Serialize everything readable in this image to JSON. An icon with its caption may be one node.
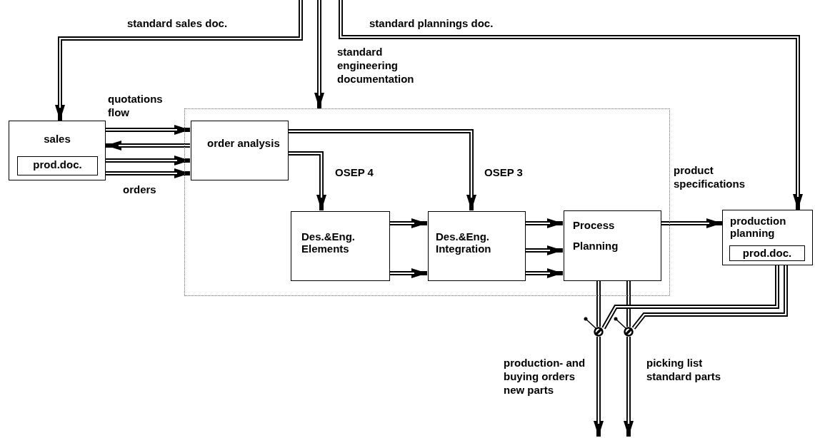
{
  "diagram": {
    "nodes": [
      {
        "text": [
          "sales"
        ]
      },
      {
        "text": [
          "prod.doc."
        ],
        "in": 0
      },
      {
        "text": [],
        "shape": "box"
      },
      {
        "text": [
          "order analysis"
        ],
        "in": 2
      },
      {
        "text": [
          "Des.&Eng. Elements"
        ],
        "in": 2
      },
      {
        "text": [
          "Des.&Eng. Integration"
        ],
        "in": 2
      },
      {
        "text": [
          "Process Planning"
        ],
        "in": 2
      },
      {
        "text": [
          "production planning"
        ]
      },
      {
        "text": [
          "prod.doc."
        ],
        "in": 7
      },
      {
        "text": [],
        "shape": "circle"
      },
      {
        "text": [],
        "shape": "circle"
      }
    ],
    "edges": [
      {
        "from": null,
        "to": 0,
        "arrow": "to",
        "label": "standard sales doc."
      },
      {
        "from": null,
        "to": 2,
        "arrow": "to",
        "label": "standard engineering documentation"
      },
      {
        "from": null,
        "to": 7,
        "arrow": "to",
        "label": "standard plannings doc."
      },
      {
        "from": 0,
        "to": 3,
        "arrow": "to",
        "label": "quotations flow"
      },
      {
        "from": 3,
        "to": 0,
        "arrow": "to"
      },
      {
        "from": 0,
        "to": 3,
        "arrow": "to"
      },
      {
        "from": 0,
        "to": 3,
        "arrow": "to",
        "label": "orders"
      },
      {
        "from": 3,
        "to": 4,
        "arrow": "to",
        "label": "OSEP 4"
      },
      {
        "from": 3,
        "to": 5,
        "arrow": "to",
        "label": "OSEP 3"
      },
      {
        "from": 4,
        "to": 5,
        "arrow": "to"
      },
      {
        "from": 4,
        "to": 5,
        "arrow": "to"
      },
      {
        "from": 5,
        "to": 6,
        "arrow": "to"
      },
      {
        "from": 5,
        "to": 6,
        "arrow": "to"
      },
      {
        "from": 5,
        "to": 6,
        "arrow": "to"
      },
      {
        "from": 6,
        "to": 7,
        "arrow": "to",
        "label": "product specifications"
      },
      {
        "from": 6,
        "to": 9,
        "arrow": "none"
      },
      {
        "from": 9,
        "to": null,
        "arrow": "to",
        "label": "production- and buying orders new parts"
      },
      {
        "from": 6,
        "to": 10,
        "arrow": "none"
      },
      {
        "from": 10,
        "to": null,
        "arrow": "to",
        "label": "picking list standard parts"
      },
      {
        "from": 7,
        "to": 9,
        "arrow": "none"
      },
      {
        "from": 7,
        "to": 10,
        "arrow": "none"
      }
    ]
  }
}
